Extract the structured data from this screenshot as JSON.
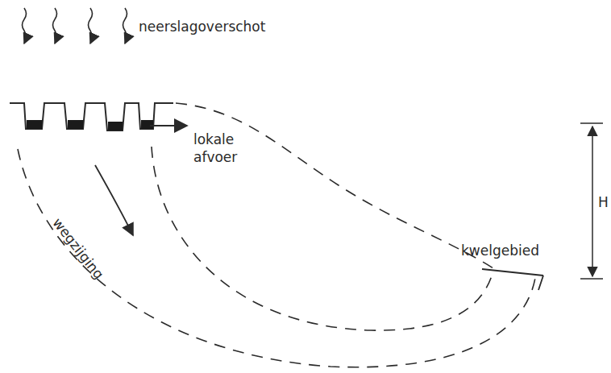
{
  "diagram": {
    "labels": [
      "neerslagoverschot",
      "lokale afvoer",
      "wegzijging",
      "kwelgebied",
      "H"
    ]
  }
}
